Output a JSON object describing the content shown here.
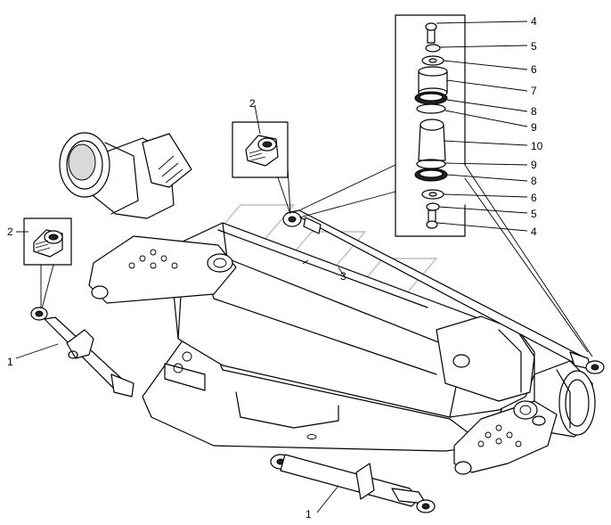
{
  "callouts": {
    "c1_left": "1",
    "c1_bottom": "1",
    "c2_left": "2",
    "c2_top": "2",
    "c3": "3",
    "c4_top": "4",
    "c5_top": "5",
    "c6_top": "6",
    "c7": "7",
    "c8_top": "8",
    "c9_top": "9",
    "c10": "10",
    "c9_bottom": "9",
    "c8_bottom": "8",
    "c6_bottom": "6",
    "c5_bottom": "5",
    "c4_bottom": "4"
  }
}
